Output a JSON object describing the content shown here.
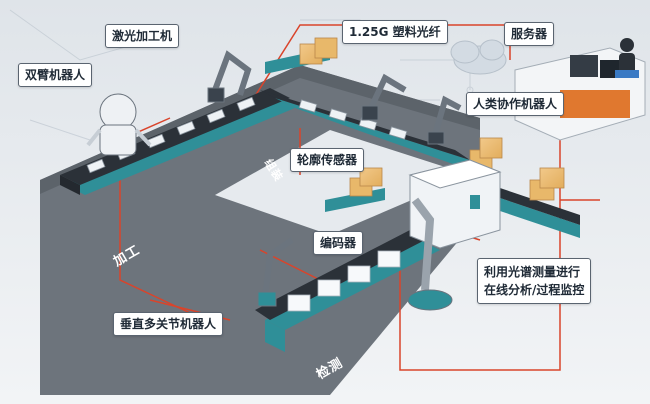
{
  "callouts": {
    "laser": "激光加工机",
    "dual_arm": "双臂机器人",
    "fiber": "1.25G 塑料光纤",
    "server": "服务器",
    "cobot": "人类协作机器人",
    "contour_sensor": "轮廓传感器",
    "encoder": "编码器",
    "spectral_line1": "利用光谱测量进行",
    "spectral_line2": "在线分析/过程监控",
    "vertical_robot": "垂直多关节机器人"
  },
  "floor_labels": {
    "process": "加工",
    "assembly": "组装",
    "inspection": "检测"
  },
  "colors": {
    "fiber_line": "#d9442b",
    "belt_dark": "#2b3138",
    "belt_side": "#2f8f98",
    "floor": "#6d747c",
    "box": "#e8b86a",
    "callout_border": "#5a6470"
  },
  "icons": {
    "robot": "robot-icon",
    "box": "box-icon",
    "server": "server-icon",
    "person": "person-icon",
    "cloud": "cloud-icon"
  }
}
